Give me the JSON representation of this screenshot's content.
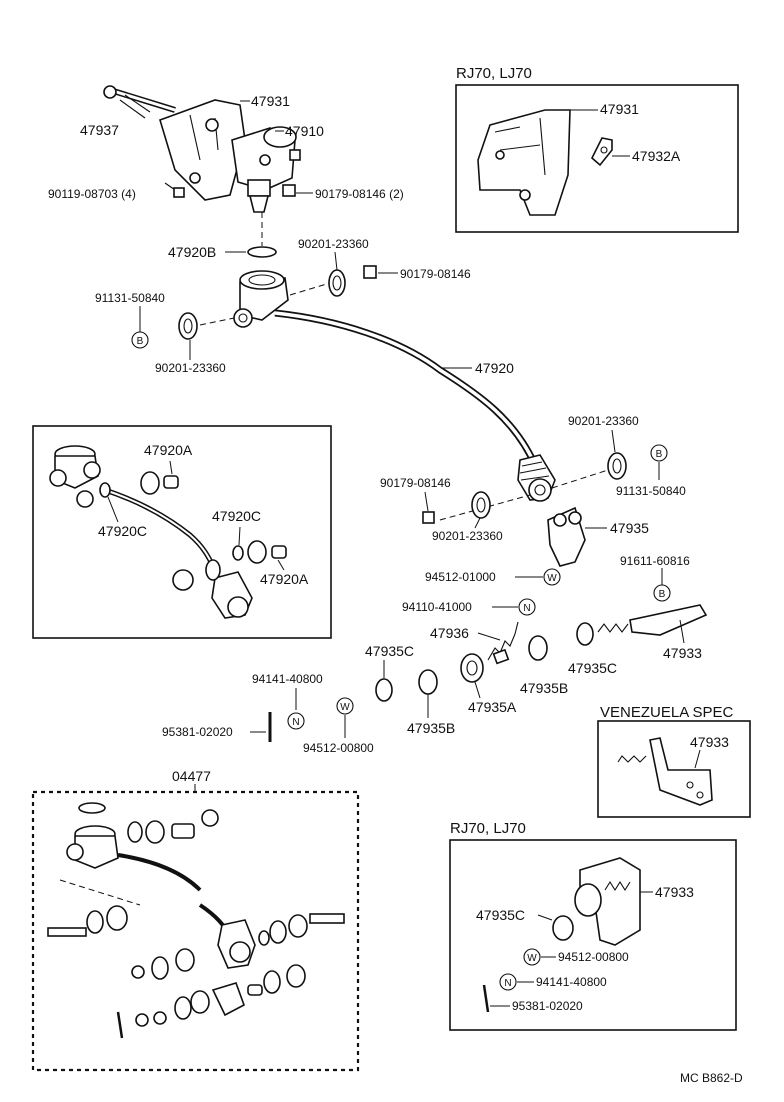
{
  "labels": {
    "p47931_main": "47931",
    "p47937": "47937",
    "p47910": "47910",
    "p90119_08703": "90119-08703 (4)",
    "p90179_08146_2": "90179-08146 (2)",
    "p47920B": "47920B",
    "p90201_23360_top": "90201-23360",
    "p90179_08146_top": "90179-08146",
    "p91131_50840_left": "91131-50840",
    "p90201_23360_left": "90201-23360",
    "p47920": "47920",
    "p90201_23360_right": "90201-23360",
    "p90179_08146_mid": "90179-08146",
    "p91131_50840_right": "91131-50840",
    "p90201_23360_mid": "90201-23360",
    "p47935": "47935",
    "p94512_01000": "94512-01000",
    "p91611_60816": "91611-60816",
    "p94110_41000": "94110-41000",
    "p47936": "47936",
    "p47935C_mid": "47935C",
    "p47935C_right": "47935C",
    "p47933_main": "47933",
    "p47935B_right": "47935B",
    "p47935A": "47935A",
    "p94141_40800": "94141-40800",
    "p95381_02020": "95381-02020",
    "p94512_00800": "94512-00800",
    "p47935B_left": "47935B",
    "p47920A_top": "47920A",
    "p47920C_left": "47920C",
    "p47920C_right": "47920C",
    "p47920A_bottom": "47920A",
    "p04477": "04477",
    "rj_top_header": "RJ70, LJ70",
    "rj_top_47931": "47931",
    "rj_top_47932A": "47932A",
    "venezuela_header": "VENEZUELA SPEC",
    "venezuela_47933": "47933",
    "rj_bot_header": "RJ70, LJ70",
    "rj_bot_47933": "47933",
    "rj_bot_47935C": "47935C",
    "rj_bot_94512_00800": "94512-00800",
    "rj_bot_94141_40800": "94141-40800",
    "rj_bot_95381_02020": "95381-02020",
    "footer_code": "MC  B862-D"
  },
  "symbols": {
    "b": "B",
    "w": "W",
    "n": "N"
  }
}
